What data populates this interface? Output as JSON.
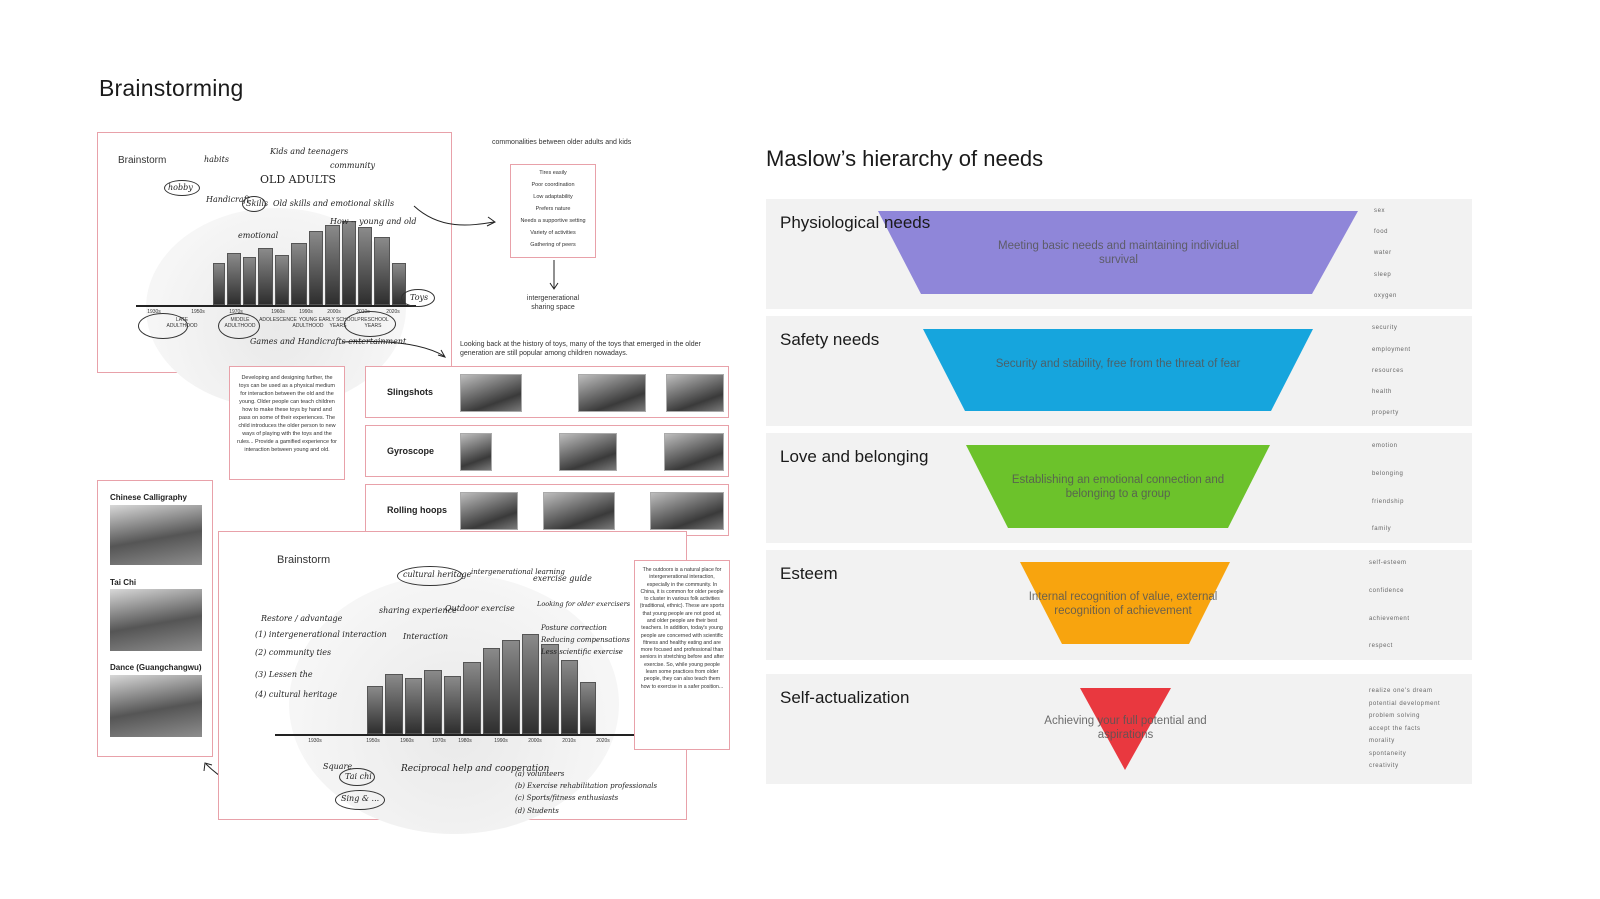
{
  "page": {
    "title": "Brainstorming"
  },
  "brainstorm_top": {
    "label": "Brainstorm",
    "scribbles": {
      "old_adults": "OLD ADULTS",
      "kids_teens": "Kids and teenagers",
      "community": "community",
      "how": "How -- young and old",
      "toys": "Toys",
      "games": "Games and Handicrafts entertainment",
      "skills": "Skills",
      "handicraft": "Handicraft",
      "old_knowledge": "Old skills and emotional skills",
      "habits": "habits",
      "hobby": "hobby",
      "emotional": "emotional"
    },
    "timeline": [
      "1930s",
      "1950s",
      "1970s",
      "1960s",
      "1990s",
      "2000s",
      "2010s",
      "2020s"
    ],
    "stages": [
      "LATE ADULTHOOD",
      "MIDDLE ADULTHOOD",
      "ADOLESCENCE",
      "YOUNG ADULTHOOD",
      "EARLY SCHOOL YEARS",
      "PRESCHOOL YEARS"
    ]
  },
  "commonalities": {
    "title": "commonalities between older adults and kids",
    "items": [
      "Tires easily",
      "Poor coordination",
      "Low adaptability",
      "Prefers nature",
      "Needs a supportive setting",
      "Variety of activities",
      "Gathering of peers"
    ],
    "result": "intergenerational sharing space"
  },
  "toys_note": "Looking back at the history of toys, many of the toys that emerged in the older generation are still popular among children nowadays.",
  "toys_paragraph": "Developing and designing further, the toys can be used as a physical medium for interaction between the old and the young. Older people can teach children how to make these toys by hand and pass on some of their experiences. The child introduces the older person to new ways of playing with the toys and the rules... Provide a gamified experience for interaction between young and old.",
  "toys": [
    {
      "label": "Slingshots"
    },
    {
      "label": "Gyroscope"
    },
    {
      "label": "Rolling hoops"
    }
  ],
  "activities": [
    {
      "label": "Chinese Calligraphy"
    },
    {
      "label": "Tai Chi"
    },
    {
      "label": "Dance (Guangchangwu)"
    }
  ],
  "brainstorm_bottom": {
    "label": "Brainstorm",
    "scribbles": {
      "cultural": "cultural heritage",
      "intergen": "intergenerational learning",
      "exercise": "exercise guide",
      "sharing": "sharing experience",
      "outdoor": "Outdoor exercise",
      "interaction": "Interaction",
      "restore": "Restore / advantage",
      "s1": "(1) intergenerational interaction",
      "s2": "(2) community ties",
      "s3": "(3) Lessen the",
      "s4": "(4) cultural heritage",
      "looking": "Looking for older exercisers",
      "posture": "Posture correction",
      "reduce": "Reducing compensations",
      "less": "Less scientific exercise",
      "mutual": "Reciprocal help and cooperation",
      "square": "Square",
      "taichi": "Tai chi",
      "sing": "Sing & ...",
      "v1": "(a) volunteers",
      "v2": "(b) Exercise rehabilitation professionals",
      "v3": "(c) Sports/fitness enthusiasts",
      "v4": "(d) Students"
    },
    "timeline": [
      "1930s",
      "1950s",
      "1960s",
      "1970s",
      "1980s",
      "1990s",
      "2000s",
      "2010s",
      "2020s"
    ]
  },
  "outdoors_paragraph": "The outdoors is a natural place for intergenerational interaction, especially in the community. In China, it is common for older people to cluster in various folk activities (traditional, ethnic). These are sports that young people are not good at, and older people are their best teachers. In addition, today's young people are concerned with scientific fitness and healthy eating and are more focused and professional than seniors in stretching before and after exercise. So, while young people learn some practices from older people, they can also teach them how to exercise in a safer position...",
  "maslow": {
    "title": "Maslow’s hierarchy of needs",
    "levels": [
      {
        "name": "Physiological needs",
        "desc": "Meeting basic needs and maintaining individual survival",
        "color": "#8f86d9",
        "keywords": [
          "sex",
          "food",
          "water",
          "sleep",
          "oxygen"
        ]
      },
      {
        "name": "Safety needs",
        "desc": "Security and stability, free from the threat of fear",
        "color": "#16a5dd",
        "keywords": [
          "security",
          "employment",
          "resources",
          "health",
          "property"
        ]
      },
      {
        "name": "Love and belonging",
        "desc": "Establishing an emotional connection and belonging to a group",
        "color": "#6cc22b",
        "keywords": [
          "emotion",
          "belonging",
          "friendship",
          "family"
        ]
      },
      {
        "name": "Esteem",
        "desc": "Internal recognition of value, external recognition of achievement",
        "color": "#f8a40e",
        "keywords": [
          "self-esteem",
          "confidence",
          "achievement",
          "respect"
        ]
      },
      {
        "name": "Self-actualization",
        "desc": "Achieving your full potential and aspirations",
        "color": "#e9383f",
        "keywords": [
          "realize one's dream",
          "potential development",
          "problem solving",
          "accept the facts",
          "morality",
          "spontaneity",
          "creativity"
        ]
      }
    ]
  }
}
